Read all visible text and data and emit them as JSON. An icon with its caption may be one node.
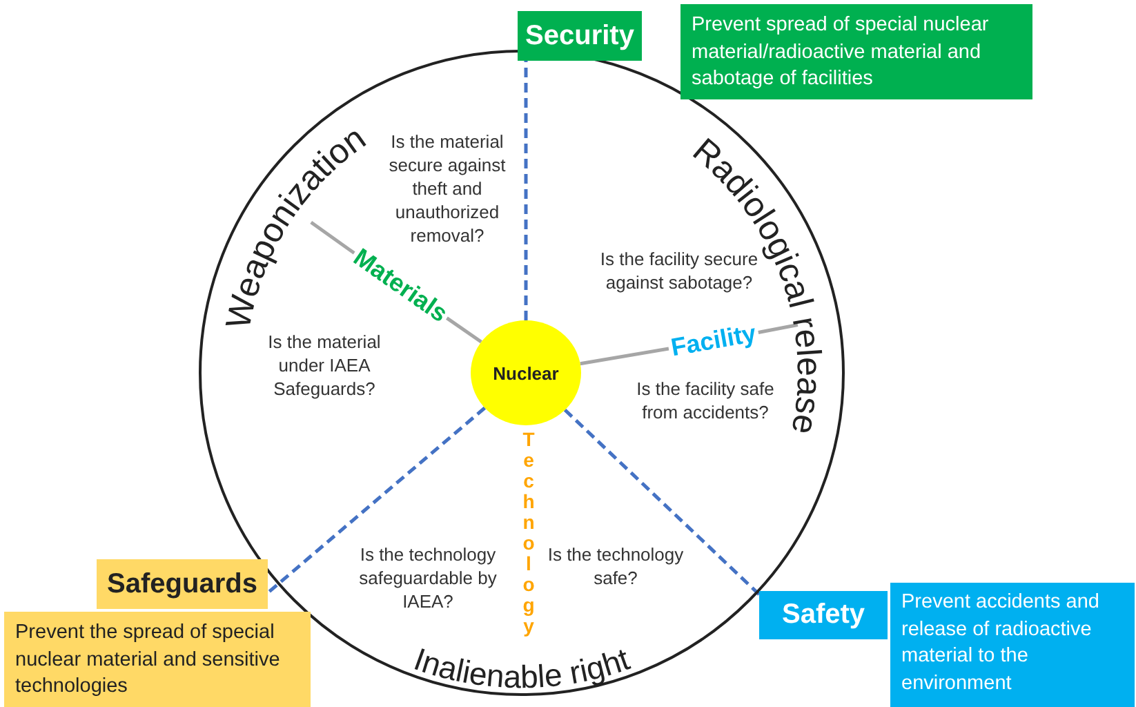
{
  "diagram": {
    "nodes": [
      {
        "text": [
          "Weaponization",
          "Radiological release",
          "Inalienable right"
        ]
      },
      {
        "text": [
          "Security"
        ]
      },
      {
        "text": [
          "Prevent spread of special nuclear material/radioactive material and sabotage of facilities"
        ]
      },
      {
        "text": [
          "Materials"
        ],
        "in": 0
      },
      {
        "text": [
          "Nuclear"
        ],
        "in": 0
      },
      {
        "text": [
          "Facility"
        ],
        "in": 0
      },
      {
        "text": [
          "Technology"
        ],
        "in": 0
      },
      {
        "text": [
          "Safeguards"
        ]
      },
      {
        "text": [
          "Prevent the spread of special nuclear material and sensitive technologies"
        ]
      },
      {
        "text": [
          "Safety"
        ]
      },
      {
        "text": [
          "Prevent accidents and release of radioactive material to the environment"
        ]
      }
    ],
    "edges": [
      {
        "from": 4,
        "to": 1,
        "arrow": "none",
        "style": "dashed",
        "color": "#4472c4"
      },
      {
        "from": 4,
        "to": 3,
        "arrow": "none"
      },
      {
        "from": 3,
        "to": null,
        "arrow": "none"
      },
      {
        "from": 4,
        "to": 5,
        "arrow": "none"
      },
      {
        "from": 5,
        "to": null,
        "arrow": "none"
      },
      {
        "from": 4,
        "to": 7,
        "arrow": "none",
        "style": "dashed",
        "color": "#4472c4"
      },
      {
        "from": 4,
        "to": 9,
        "arrow": "none",
        "style": "dashed",
        "color": "#4472c4"
      }
    ],
    "labels": [
      "Is the material secure against theft and unauthorized removal?",
      "Is the facility secure against sabotage?",
      "Is the material under IAEA Safeguards?",
      "Is the facility safe from accidents?",
      "Is the technology safeguardable by IAEA?",
      "Is the technology safe?"
    ]
  }
}
